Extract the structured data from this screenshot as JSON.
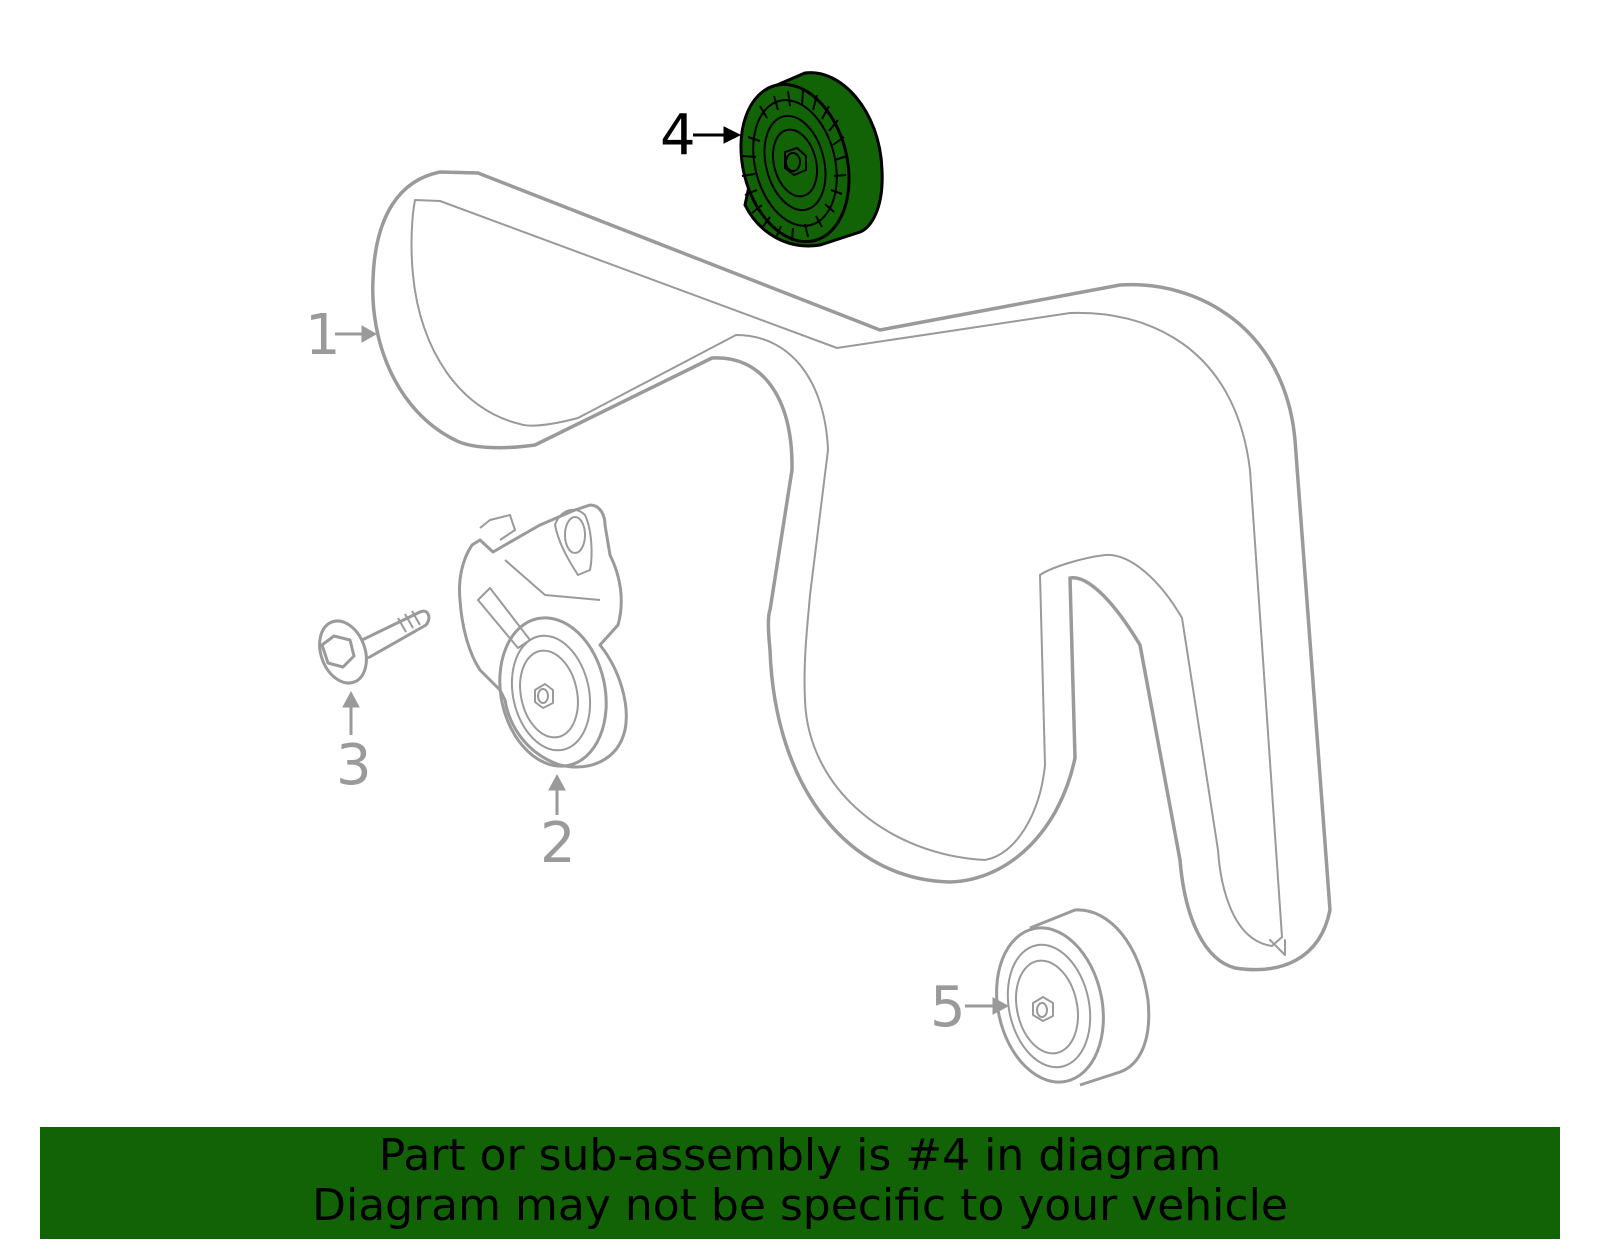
{
  "diagram": {
    "title": "Serpentine belt, tensioner and idler pulley diagram",
    "highlighted_part": "4",
    "colors": {
      "highlight": "#126306",
      "line": "#9a9a9a",
      "active_line": "#000000",
      "banner": "#126306"
    },
    "callouts": [
      {
        "number": "1",
        "part": "serpentine-belt"
      },
      {
        "number": "2",
        "part": "belt-tensioner"
      },
      {
        "number": "3",
        "part": "tensioner-bolt"
      },
      {
        "number": "4",
        "part": "idler-pulley"
      },
      {
        "number": "5",
        "part": "idler-pulley-lower"
      }
    ]
  },
  "banner": {
    "line1": "Part or sub-assembly is #4 in diagram",
    "line2": "Diagram may not be specific to your vehicle"
  }
}
